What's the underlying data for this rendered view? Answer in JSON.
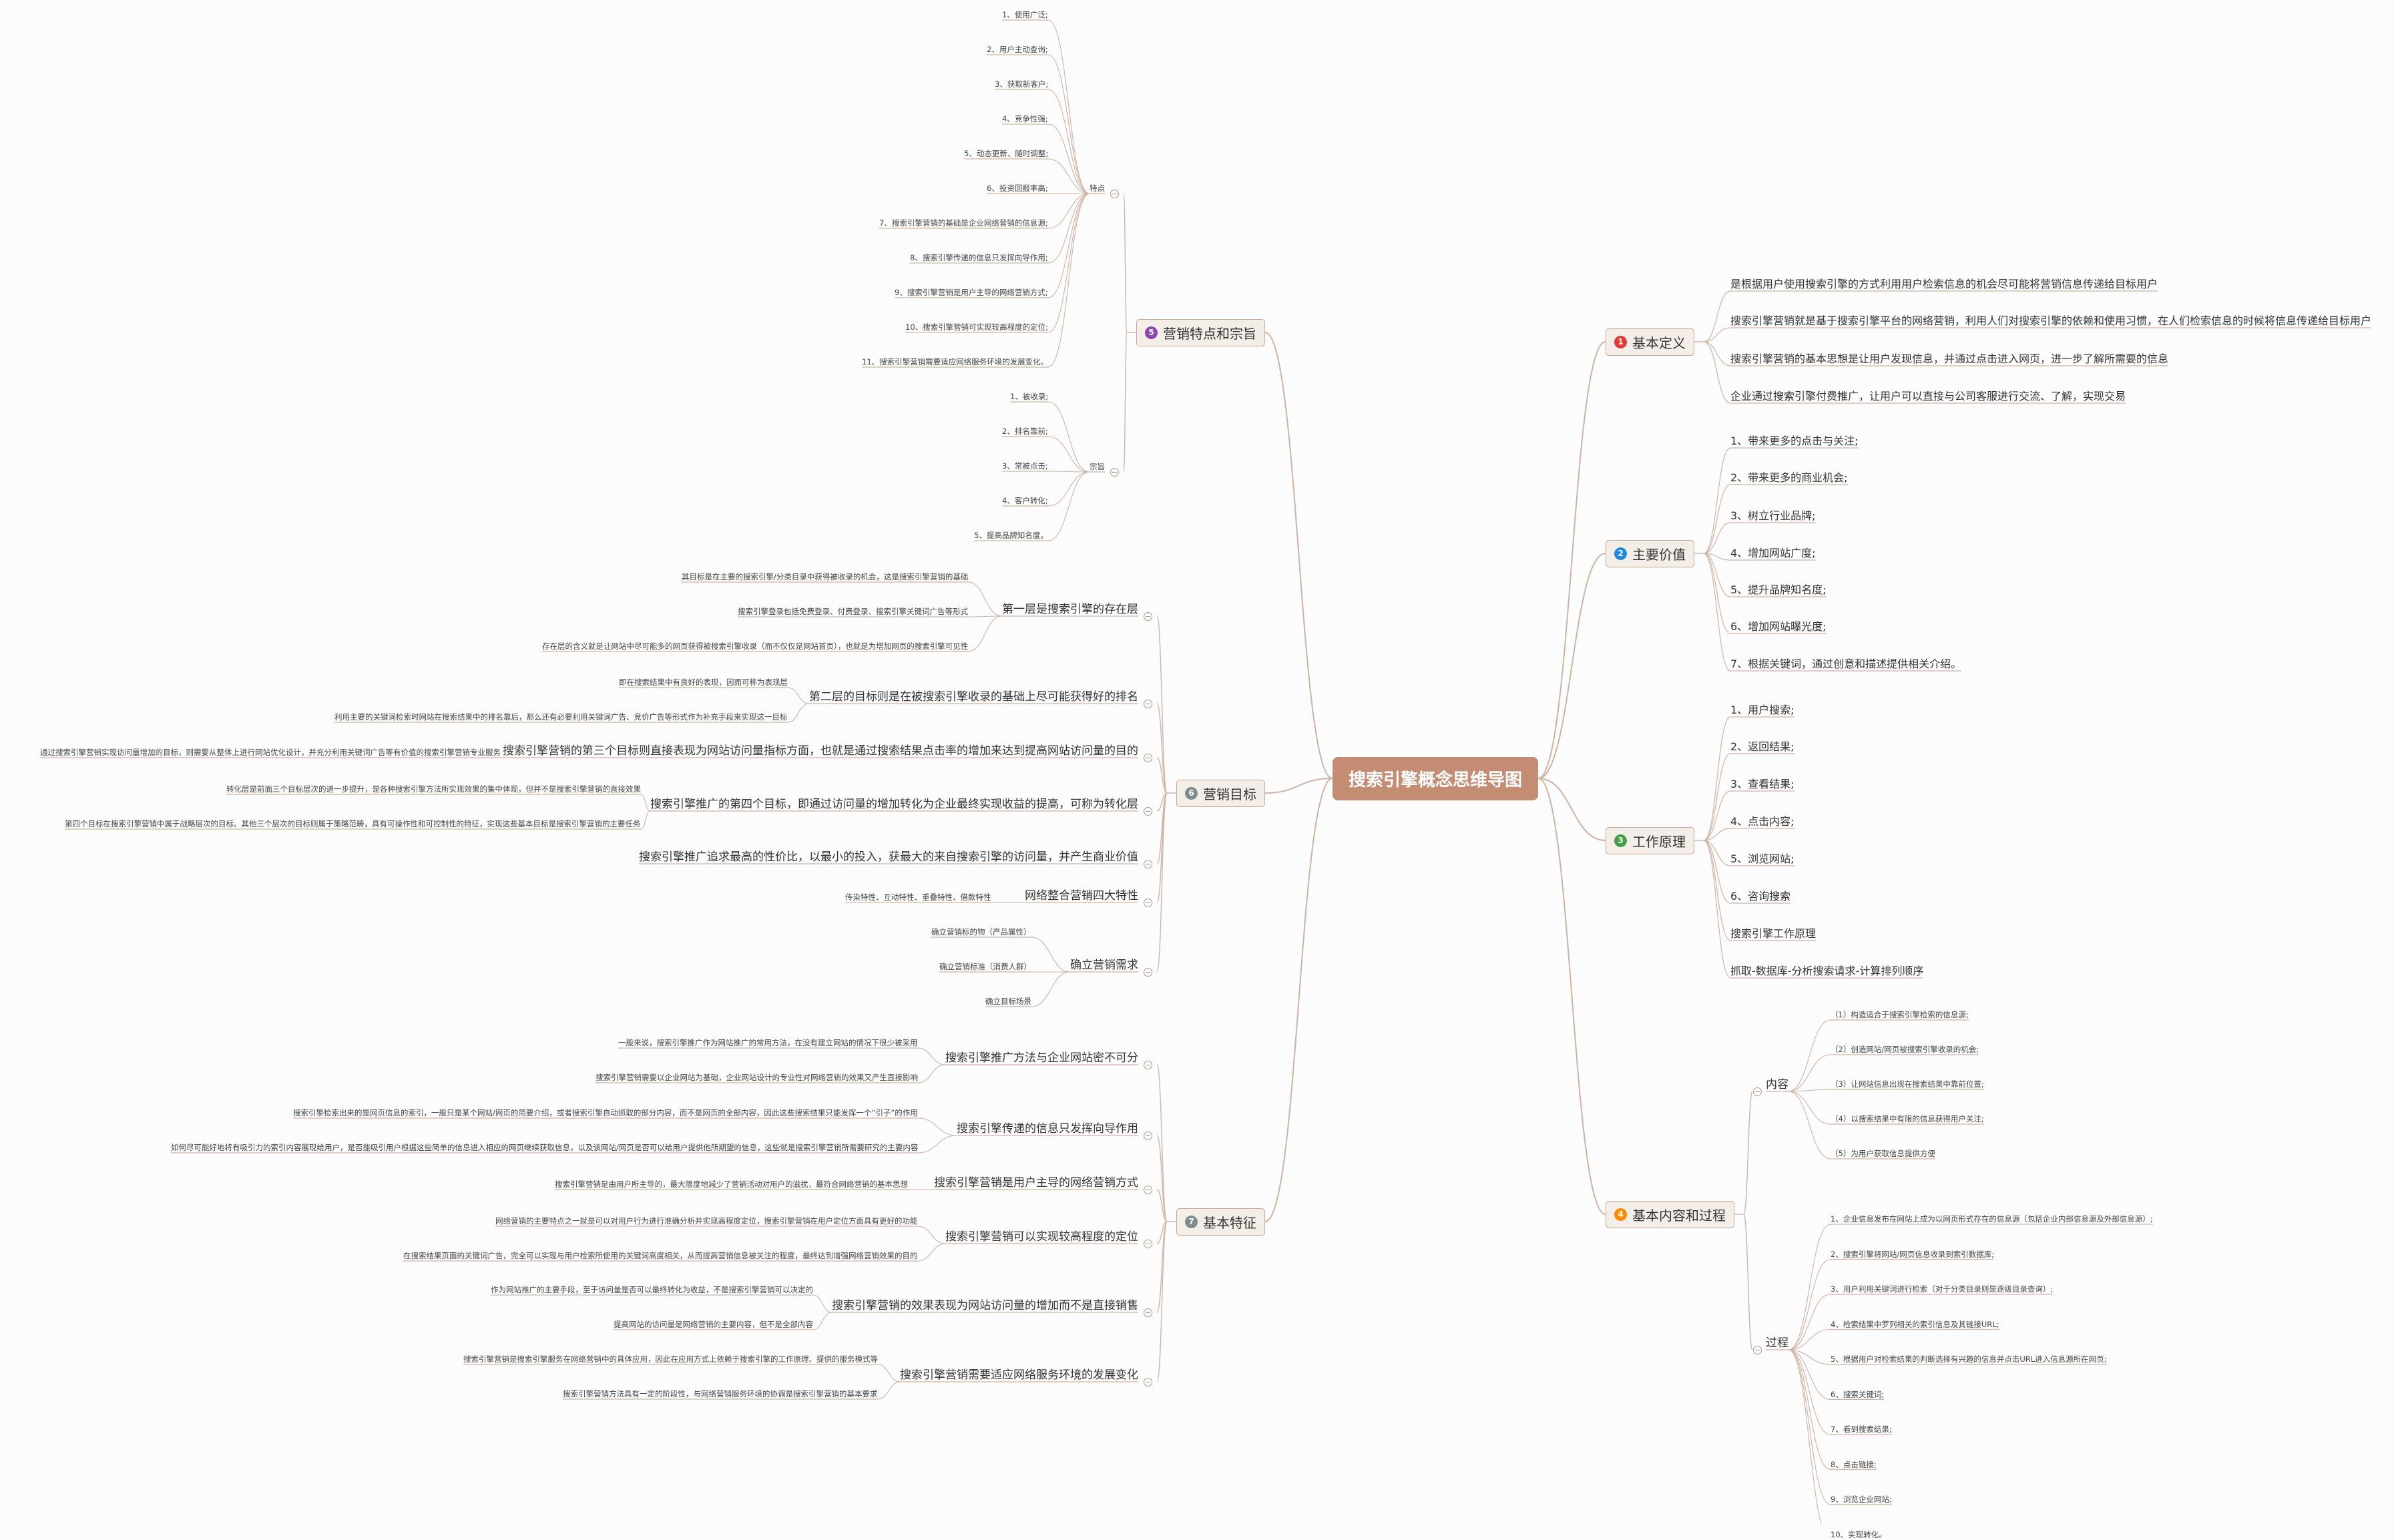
{
  "central": "搜索引擎概念思维导图",
  "colors": {
    "line": "#d1b3a4",
    "central_bg": "#c48d73",
    "main_bg": "#f4eee9"
  },
  "right": [
    {
      "key": "r1",
      "badge": "1",
      "color": "#e53935",
      "label": "基本定义",
      "leaves": [
        "是根据用户使用搜索引擎的方式利用用户检索信息的机会尽可能将营销信息传递给目标用户",
        "搜索引擎营销就是基于搜索引擎平台的网络营销，利用人们对搜索引擎的依赖和使用习惯，在人们检索信息的时候将信息传递给目标用户",
        "搜索引擎营销的基本思想是让用户发现信息，并通过点击进入网页，进一步了解所需要的信息",
        "企业通过搜索引擎付费推广，让用户可以直接与公司客服进行交流、了解，实现交易"
      ]
    },
    {
      "key": "r2",
      "badge": "2",
      "color": "#1e88e5",
      "label": "主要价值",
      "leaves": [
        "1、带来更多的点击与关注;",
        "2、带来更多的商业机会;",
        "3、树立行业品牌;",
        "4、增加网站广度;",
        "5、提升品牌知名度;",
        "6、增加网站曝光度;",
        "7、根据关键词，通过创意和描述提供相关介绍。"
      ]
    },
    {
      "key": "r3",
      "badge": "3",
      "color": "#43a047",
      "label": "工作原理",
      "leaves": [
        "1、用户搜索;",
        "2、返回结果;",
        "3、查看结果;",
        "4、点击内容;",
        "5、浏览网站;",
        "6、咨询搜索",
        "搜索引擎工作原理",
        "抓取-数据库-分析搜索请求-计算排列顺序"
      ]
    },
    {
      "key": "r4",
      "badge": "4",
      "color": "#fb8c00",
      "label": "基本内容和过程",
      "subs": [
        {
          "label": "内容",
          "leaves": [
            "（1）构造适合于搜索引擎检索的信息源;",
            "（2）创造网站/网页被搜索引擎收录的机会;",
            "（3）让网站信息出现在搜索结果中靠前位置;",
            "（4）以搜索结果中有限的信息获得用户关注;",
            "（5）为用户获取信息提供方便"
          ]
        },
        {
          "label": "过程",
          "leaves": [
            "1、企业信息发布在网站上成为以网页形式存在的信息源（包括企业内部信息源及外部信息源）;",
            "2、搜索引擎将网站/网页信息收录到索引数据库;",
            "3、用户利用关键词进行检索（对于分类目录则是逐级目录查询）;",
            "4、检索结果中罗列相关的索引信息及其链接URL;",
            "5、根据用户对检索结果的判断选择有兴趣的信息并点击URL进入信息源所在网页;",
            "6、搜索关键词;",
            "7、看到搜索结果;",
            "8、点击链接;",
            "9、浏览企业网站;",
            "10、实现转化。"
          ]
        }
      ]
    }
  ],
  "left": [
    {
      "key": "l5",
      "badge": "5",
      "color": "#8e44ad",
      "label": "营销特点和宗旨",
      "subs": [
        {
          "label": "特点",
          "leaves": [
            "1、使用广泛;",
            "2、用户主动查询;",
            "3、获取新客户;",
            "4、竞争性强;",
            "5、动态更新、随时调整;",
            "6、投资回报率高;",
            "7、搜索引擎营销的基础是企业网络营销的信息源;",
            "8、搜索引擎传递的信息只发挥向导作用;",
            "9、搜索引擎营销是用户主导的网络营销方式;",
            "10、搜索引擎营销可实现较高程度的定位;",
            "11、搜索引擎营销需要适应网络服务环境的发展变化。"
          ]
        },
        {
          "label": "宗旨",
          "leaves": [
            "1、被收录;",
            "2、排名靠前;",
            "3、常被点击;",
            "4、客户转化;",
            "5、提高品牌知名度。"
          ]
        }
      ]
    },
    {
      "key": "l6",
      "badge": "6",
      "color": "#7f8c8d",
      "label": "营销目标",
      "subs": [
        {
          "label": "第一层是搜索引擎的存在层",
          "leaves": [
            "其目标是在主要的搜索引擎/分类目录中获得被收录的机会，这是搜索引擎营销的基础",
            "搜索引擎登录包括免费登录、付费登录、搜索引擎关键词广告等形式",
            "存在层的含义就是让网站中尽可能多的网页获得被搜索引擎收录（而不仅仅是网站首页），也就是为增加网页的搜索引擎可见性"
          ]
        },
        {
          "label": "第二层的目标则是在被搜索引擎收录的基础上尽可能获得好的排名",
          "leaves": [
            "即在搜索结果中有良好的表现，因而可称为表现层",
            "利用主要的关键词检索时网站在搜索结果中的排名靠后，那么还有必要利用关键词广告、竞价广告等形式作为补充手段来实现这一目标"
          ]
        },
        {
          "label": "搜索引擎营销的第三个目标则直接表现为网站访问量指标方面，也就是通过搜索结果点击率的增加来达到提高网站访问量的目的",
          "leaves": [
            "通过搜索引擎营销实现访问量增加的目标，则需要从整体上进行网站优化设计，并充分利用关键词广告等有价值的搜索引擎营销专业服务"
          ]
        },
        {
          "label": "搜索引擎推广的第四个目标，即通过访问量的增加转化为企业最终实现收益的提高，可称为转化层",
          "leaves": [
            "转化层是前面三个目标层次的进一步提升，是各种搜索引擎方法所实现效果的集中体现，但并不是搜索引擎营销的直接效果",
            "第四个目标在搜索引擎营销中属于战略层次的目标。其他三个层次的目标则属于策略范畴，具有可操作性和可控制性的特征，实现这些基本目标是搜索引擎营销的主要任务"
          ]
        },
        {
          "label": "搜索引擎推广追求最高的性价比，以最小的投入，获最大的来自搜索引擎的访问量，并产生商业价值",
          "leaves": []
        },
        {
          "label": "网络整合营销四大特性",
          "leaves": [
            "传染特性、互动特性、重叠特性、借款特性"
          ]
        },
        {
          "label": "确立营销需求",
          "leaves": [
            "确立营销标的物（产品属性）",
            "确立营销标准（消费人群）",
            "确立目标场景"
          ]
        }
      ]
    },
    {
      "key": "l7",
      "badge": "7",
      "color": "#7f8c8d",
      "label": "基本特征",
      "subs": [
        {
          "label": "搜索引擎推广方法与企业网站密不可分",
          "leaves": [
            "一般来说，搜索引擎推广作为网站推广的常用方法，在没有建立网站的情况下很少被采用",
            "搜索引擎营销需要以企业网站为基础，企业网站设计的专业性对网络营销的效果又产生直接影响"
          ]
        },
        {
          "label": "搜索引擎传递的信息只发挥向导作用",
          "leaves": [
            "搜索引擎检索出来的是网页信息的索引，一般只是某个网站/网页的简要介绍，或者搜索引擎自动抓取的部分内容，而不是网页的全部内容，因此这些搜索结果只能发挥一个“引子”的作用",
            "如何尽可能好地将有吸引力的索引内容展现给用户，是否能吸引用户根据这些简单的信息进入相应的网页继续获取信息，以及该网站/网页是否可以给用户提供他所期望的信息，这些就是搜索引擎营销所需要研究的主要内容"
          ]
        },
        {
          "label": "搜索引擎营销是用户主导的网络营销方式",
          "leaves": [
            "搜索引擎营销是由用户所主导的，最大限度地减少了营销活动对用户的滋扰，最符合网络营销的基本思想"
          ]
        },
        {
          "label": "搜索引擎营销可以实现较高程度的定位",
          "leaves": [
            "网络营销的主要特点之一就是可以对用户行为进行准确分析并实现高程度定位，搜索引擎营销在用户定位方面具有更好的功能",
            "在搜索结果页面的关键词广告，完全可以实现与用户检索所使用的关键词高度相关，从而提高营销信息被关注的程度，最终达到增强网络营销效果的目的"
          ]
        },
        {
          "label": "搜索引擎营销的效果表现为网站访问量的增加而不是直接销售",
          "leaves": [
            "作为网站推广的主要手段，至于访问量是否可以最终转化为收益，不是搜索引擎营销可以决定的",
            "提高网站的访问量是网络营销的主要内容，但不是全部内容"
          ]
        },
        {
          "label": "搜索引擎营销需要适应网络服务环境的发展变化",
          "leaves": [
            "搜索引擎营销是搜索引擎服务在网络营销中的具体应用，因此在应用方式上依赖于搜索引擎的工作原理、提供的服务模式等",
            "搜索引擎营销方法具有一定的阶段性，与网络营销服务环境的协调是搜索引擎营销的基本要求"
          ]
        }
      ]
    }
  ]
}
